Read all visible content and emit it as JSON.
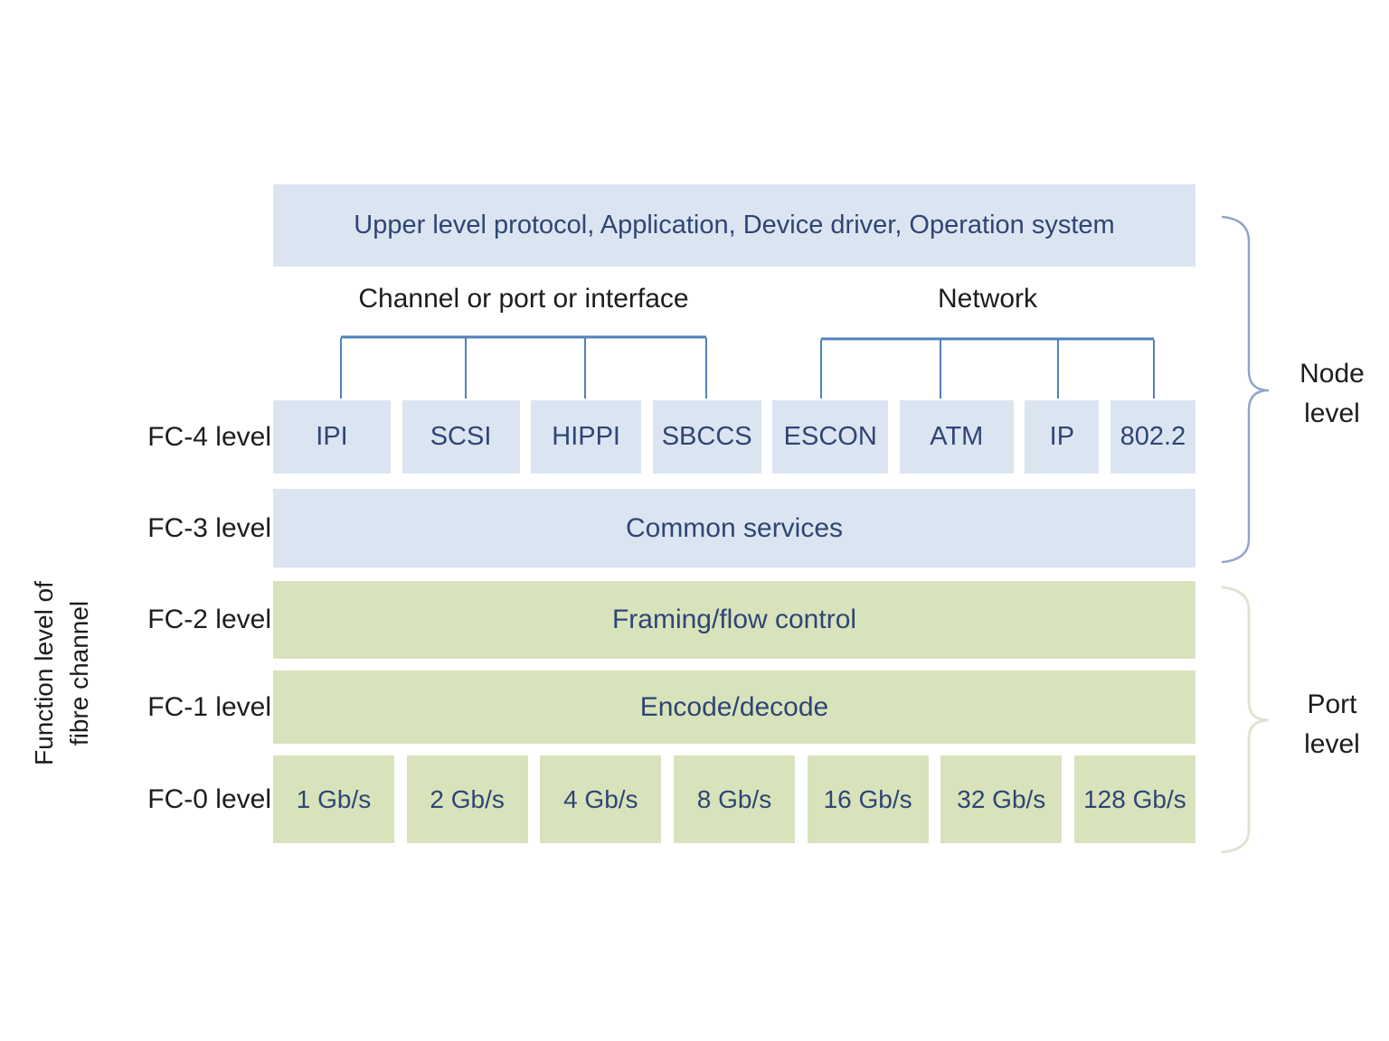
{
  "top_box": "Upper level protocol, Application, Device driver, Operation system",
  "groups": {
    "channel": "Channel or port or interface",
    "network": "Network"
  },
  "left_axis": {
    "line1": "Function level of",
    "line2": "fibre channel"
  },
  "rows": {
    "fc4": {
      "label": "FC-4 level",
      "boxes": [
        "IPI",
        "SCSI",
        "HIPPI",
        "SBCCS",
        "ESCON",
        "ATM",
        "IP",
        "802.2"
      ]
    },
    "fc3": {
      "label": "FC-3 level",
      "box": "Common services"
    },
    "fc2": {
      "label": "FC-2 level",
      "box": "Framing/flow control"
    },
    "fc1": {
      "label": "FC-1 level",
      "box": "Encode/decode"
    },
    "fc0": {
      "label": "FC-0 level",
      "boxes": [
        "1 Gb/s",
        "2 Gb/s",
        "4 Gb/s",
        "8 Gb/s",
        "16 Gb/s",
        "32 Gb/s",
        "128 Gb/s"
      ]
    }
  },
  "braces": {
    "node": "Node level",
    "port": "Port level"
  },
  "colors": {
    "background": "#ffffff",
    "blue_box": "#dbe5f1",
    "green_box": "#d8e3bb",
    "box_text": "#2f4575",
    "label_text": "#1d1d1d",
    "connector_line": "#4f81bd",
    "node_brace": "#93a5c9",
    "port_brace": "#dfe3d4"
  }
}
